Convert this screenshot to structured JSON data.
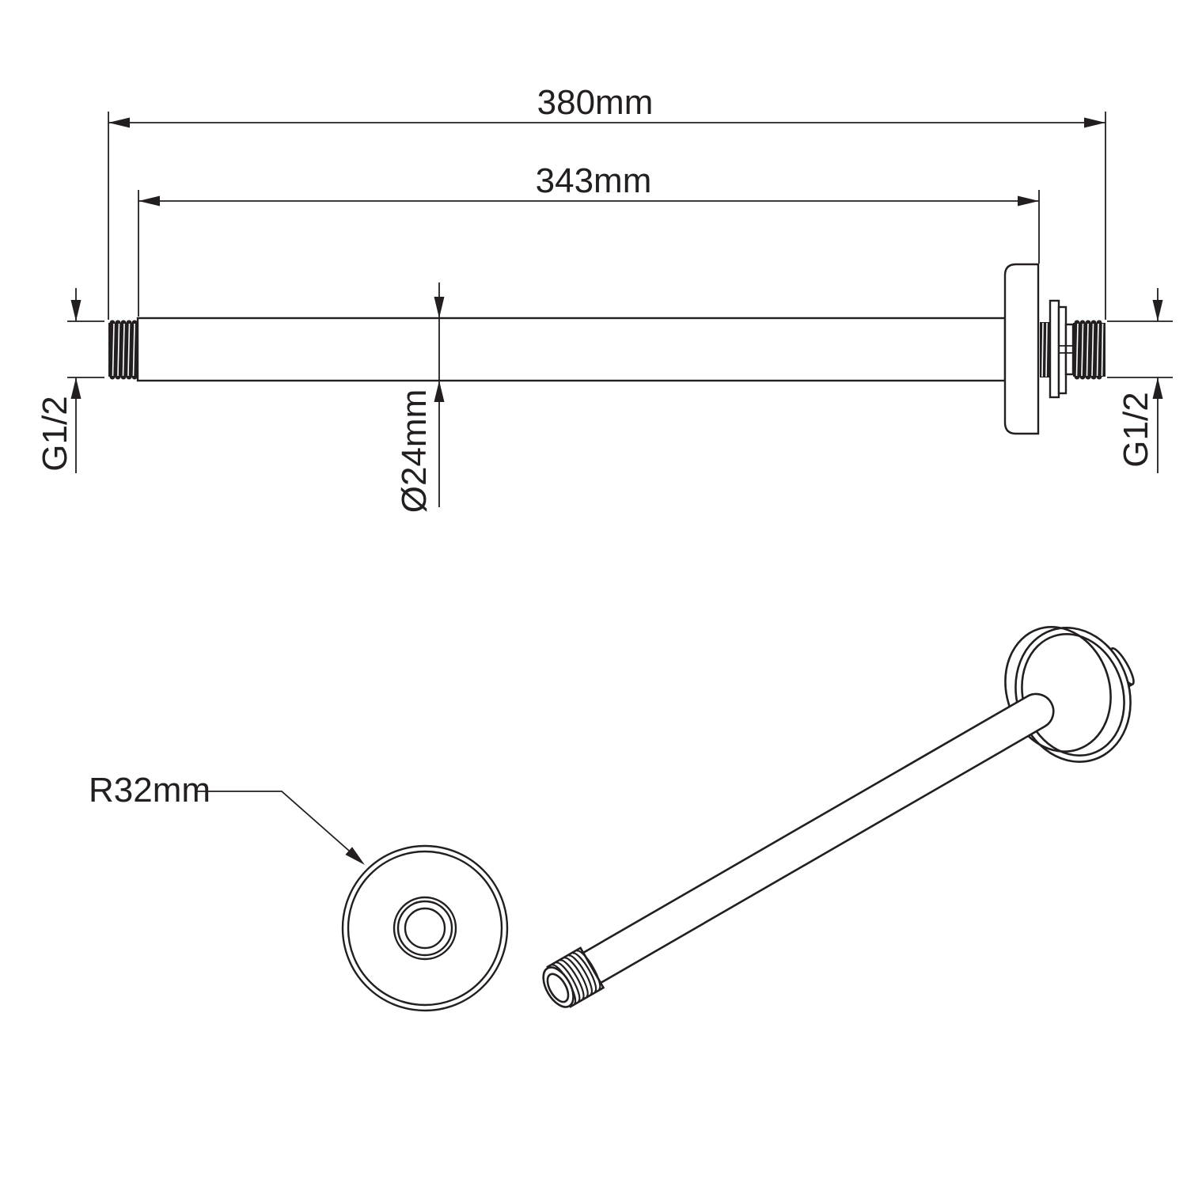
{
  "document": {
    "background": "#ffffff",
    "ink_color": "#231f20",
    "subject": "shower-arm-technical-drawing"
  },
  "dims": {
    "overall_length": {
      "label": "380mm"
    },
    "inner_length": {
      "label": "343mm"
    },
    "pipe_diameter": {
      "label": "Ø24mm"
    },
    "thread_left": {
      "label": "G1/2"
    },
    "thread_right": {
      "label": "G1/2"
    },
    "flange_radius": {
      "label": "R32mm"
    }
  }
}
